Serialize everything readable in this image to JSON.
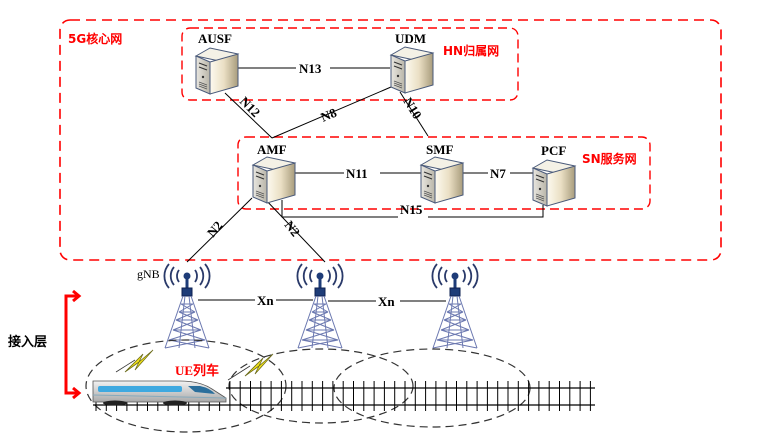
{
  "regions": {
    "core": {
      "label": "5G核心网",
      "color": "#ff0000"
    },
    "home": {
      "label": "HN归属网",
      "color": "#ff0000"
    },
    "serving": {
      "label": "SN服务网",
      "color": "#ff0000"
    }
  },
  "nodes": {
    "ausf": {
      "label": "AUSF",
      "icon": "server-icon"
    },
    "udm": {
      "label": "UDM",
      "icon": "server-icon"
    },
    "amf": {
      "label": "AMF",
      "icon": "server-icon"
    },
    "smf": {
      "label": "SMF",
      "icon": "server-icon"
    },
    "pcf": {
      "label": "PCF",
      "icon": "server-icon"
    }
  },
  "interfaces": {
    "n13": "N13",
    "n12": "N12",
    "n8": "N8",
    "n10": "N10",
    "n11": "N11",
    "n7": "N7",
    "n15": "N15",
    "n2_left": "N2",
    "n2_right": "N2",
    "xn_1": "Xn",
    "xn_2": "Xn"
  },
  "access": {
    "gnb_label": "gNB",
    "layer_label": "接入层",
    "train_label": "UE列车",
    "tower_icon": "cell-tower-icon",
    "train_icon": "train-icon",
    "signal_icon": "lightning-signal-icon",
    "arrow_color": "#ff0000",
    "towers": 3
  }
}
